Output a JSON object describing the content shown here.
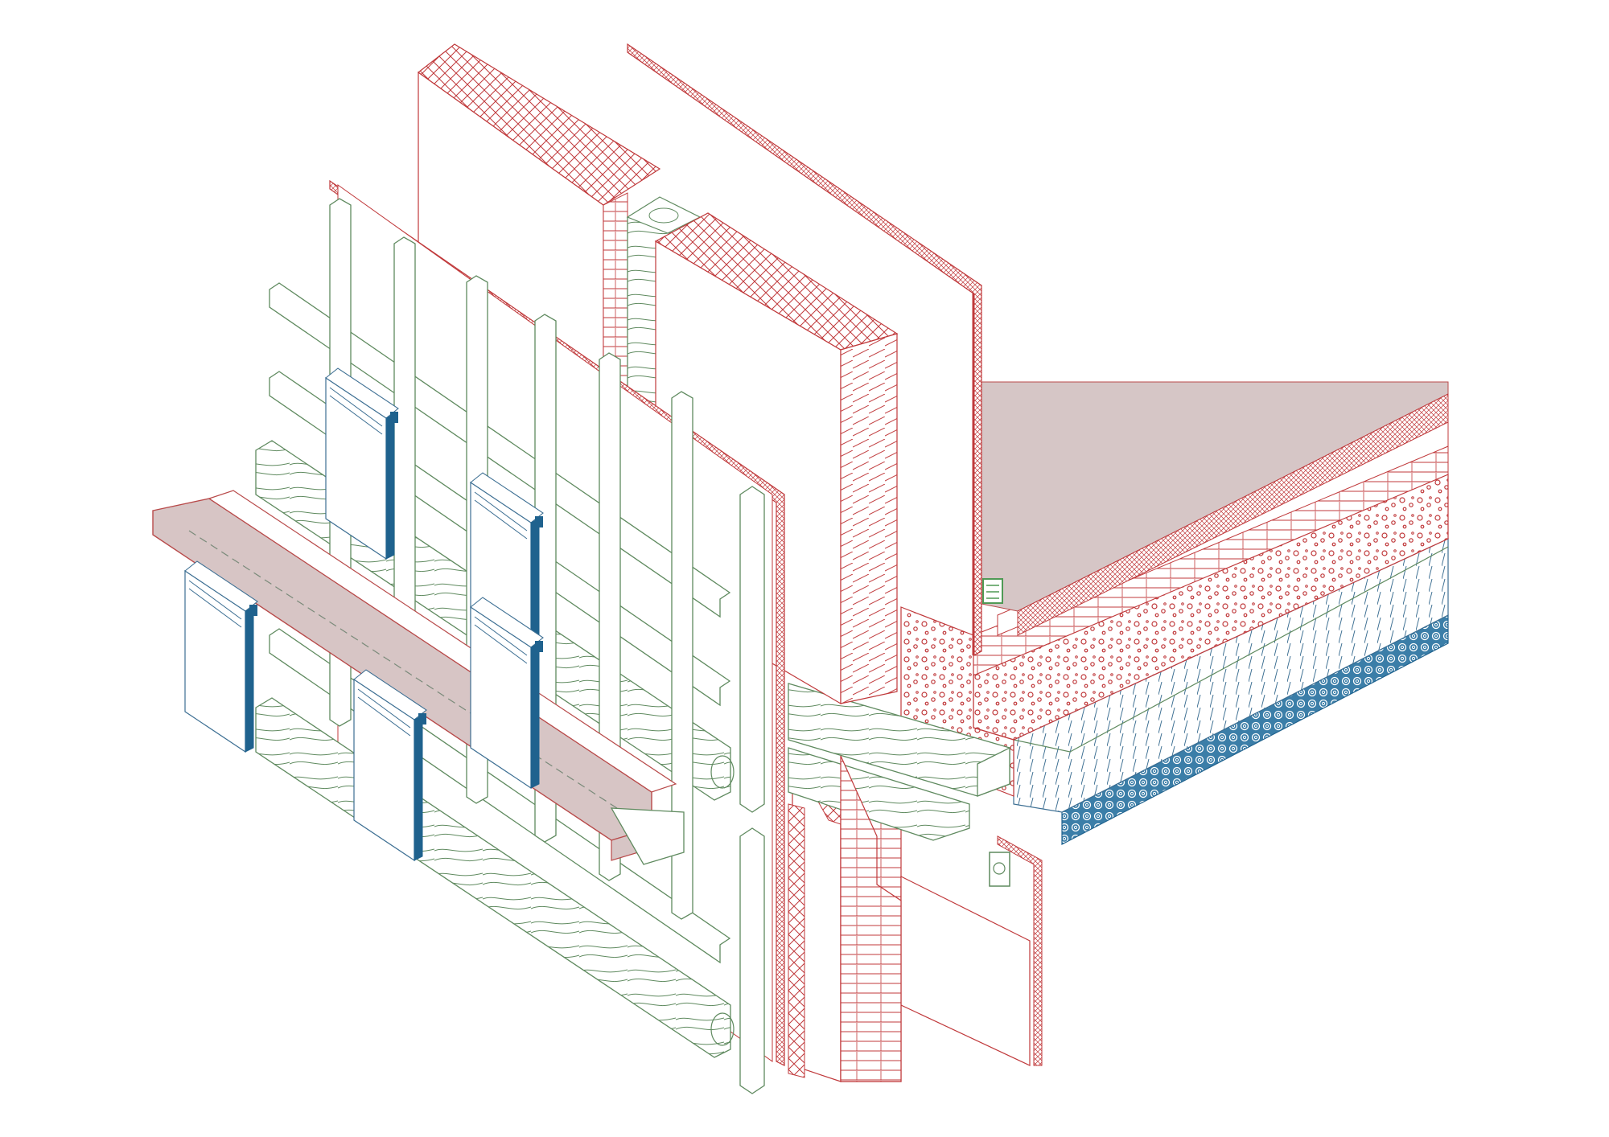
{
  "diagram": {
    "type": "axonometric-construction-detail",
    "colors": {
      "background": "#ffffff",
      "timber_line": "#5f8a5f",
      "membrane_red": "#c0393b",
      "board_red": "#b84a4a",
      "flashing_fill": "#d7c5c5",
      "floor_fill": "#d6c6c6",
      "cladding_line": "#3d6f93",
      "cladding_edge": "#1f628e",
      "acoustic_fill": "#3b7ea8",
      "green_accent": "#4f9a55"
    },
    "layers": [
      {
        "id": "vertical-battens",
        "icon": "timber-batten"
      },
      {
        "id": "horizontal-battens",
        "icon": "timber-batten"
      },
      {
        "id": "timber-studs",
        "icon": "wood-grain"
      },
      {
        "id": "facade-cladding-panels",
        "icon": "panel-board"
      },
      {
        "id": "window-sill-flashing",
        "icon": "flashing"
      },
      {
        "id": "weather-membrane",
        "icon": "membrane"
      },
      {
        "id": "insulation-board",
        "icon": "crosshatch"
      },
      {
        "id": "clt-wall-panel",
        "icon": "board"
      },
      {
        "id": "vapour-membrane",
        "icon": "membrane"
      },
      {
        "id": "floor-finish",
        "icon": "floor-slab"
      },
      {
        "id": "screed-layer",
        "icon": "dotted-fill"
      },
      {
        "id": "clt-floor-slab",
        "icon": "plank"
      },
      {
        "id": "acoustic-ceiling-layer",
        "icon": "acoustic-fill"
      }
    ]
  }
}
